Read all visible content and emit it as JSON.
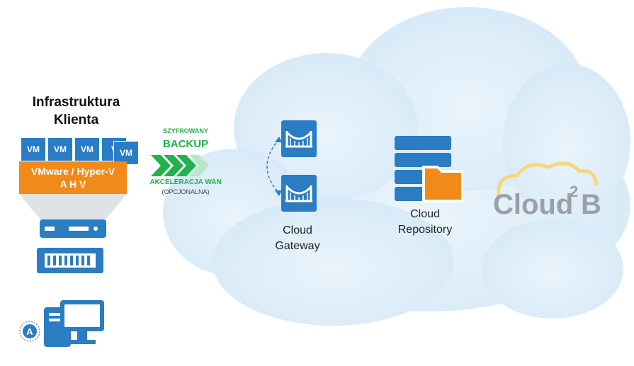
{
  "infra": {
    "title_line1": "Infrastruktura",
    "title_line2": "Klienta"
  },
  "vms": [
    "VM",
    "VM",
    "VM",
    "V",
    "VM"
  ],
  "hypervisor": {
    "line1": "VMware / Hyper-V",
    "line2": "A H V"
  },
  "transfer": {
    "encrypted": "SZYFROWANY",
    "backup": "BACKUP",
    "wan": "AKCELERACJA WAN",
    "optional": "(OPCJONALNA)"
  },
  "gateway": {
    "line1": "Cloud",
    "line2": "Gateway"
  },
  "repository": {
    "line1": "Cloud",
    "line2": "Repository"
  },
  "brand": {
    "text": "Cloud",
    "sup": "2",
    "suffix": "B"
  },
  "colors": {
    "blue": "#2a7dc3",
    "orange": "#f28a1a",
    "green": "#22b14c",
    "cloud": "#e3f0fa"
  }
}
